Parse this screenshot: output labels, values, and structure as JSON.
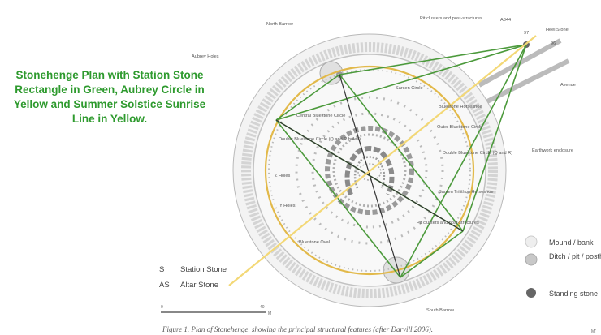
{
  "title": "Stonehenge Plan with Station Stone Rectangle in Green, Aubrey Circle in Yellow and Summer Solstice Sunrise Line in Yellow.",
  "labels": {
    "north_barrow": "North Barrow",
    "pit_clusters_top": "Pit clusters and post-structures",
    "a344": "A344",
    "heel_stone": "Heel Stone",
    "heel_97": "97",
    "heel_96": "96",
    "aubrey_holes": "Aubrey Holes",
    "sarsen_circle": "Sarsen Circle",
    "bluestone_horseshoe": "Bluestone Horseshoe",
    "avenue": "Avenue",
    "central_bluestone_circle": "Central Bluestone Circle",
    "outer_bluestone_circle": "Outer Bluestone Circle",
    "double_bluestone_left": "Double Bluestone Circle (Q and R holes)",
    "double_bluestone_right": "Double Bluestone Circle (Q and R)",
    "earthwork_enclosure": "Earthwork enclosure",
    "z_holes": "Z Holes",
    "sarsen_trilithon": "Sarsen Trilithon Horseshoe",
    "y_holes": "Y Holes",
    "pit_clusters_bottom": "Pit clusters and post-structures",
    "bluestone_oval": "Bluestone Oval",
    "south_barrow": "South Barrow",
    "s": "S",
    "station_stone": "Station Stone",
    "as": "AS",
    "altar_stone": "Altar Stone",
    "scale_zero": "0",
    "scale_forty": "40",
    "scale_unit": "M",
    "caption": "Figure 1.  Plan of Stonehenge, showing the principal structural features (after Darvill 2006).",
    "corner_mark": "M("
  },
  "legend": [
    {
      "label": "Mound / bank",
      "color": "#eeeeee"
    },
    {
      "label": "Ditch / pit / posthole/ stone socket",
      "color": "#c8c8c8"
    },
    {
      "label": "Standing stone",
      "color": "#666666"
    }
  ],
  "colors": {
    "title": "#2e9a2e",
    "station_rectangle": "#4c9a3c",
    "aubrey_circle": "#e2b94a",
    "solstice_line": "#f3d876"
  }
}
